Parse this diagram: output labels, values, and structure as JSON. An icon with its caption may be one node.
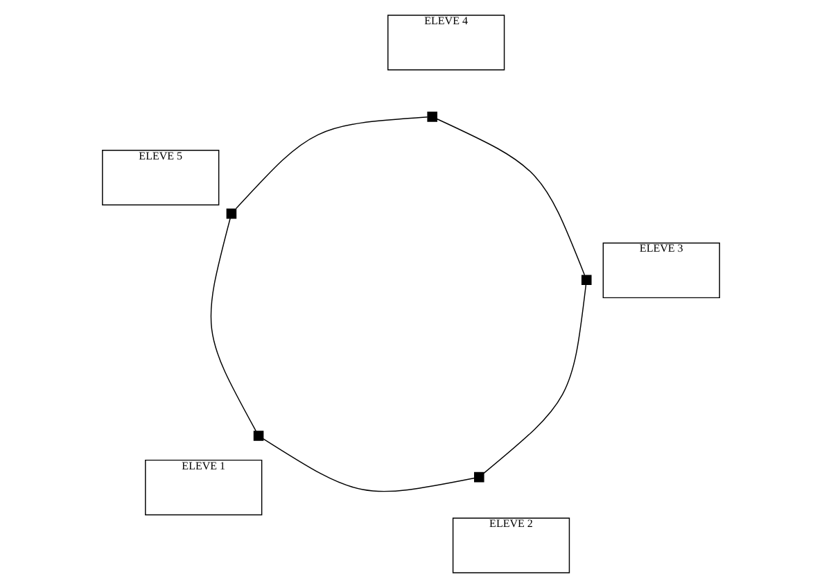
{
  "diagram": {
    "nodes": [
      {
        "text": [
          "ELEVE 1"
        ]
      },
      {
        "text": [
          "ELEVE 5"
        ]
      },
      {
        "text": [
          "ELEVE 2"
        ]
      },
      {
        "text": [
          "ELEVE 4"
        ]
      },
      {
        "text": [
          "ELEVE 3"
        ]
      },
      {
        "text": [],
        "shape": "box"
      },
      {
        "text": [],
        "shape": "box"
      },
      {
        "text": [],
        "shape": "box"
      },
      {
        "text": [],
        "shape": "box"
      },
      {
        "text": [],
        "shape": "box"
      }
    ],
    "edges": [
      {
        "from": 5,
        "to": 7,
        "arrow": "none"
      },
      {
        "from": 7,
        "to": 9,
        "arrow": "none"
      },
      {
        "from": 9,
        "to": 8,
        "arrow": "none"
      },
      {
        "from": 8,
        "to": 6,
        "arrow": "none"
      },
      {
        "from": 6,
        "to": 5,
        "arrow": "none"
      }
    ]
  }
}
